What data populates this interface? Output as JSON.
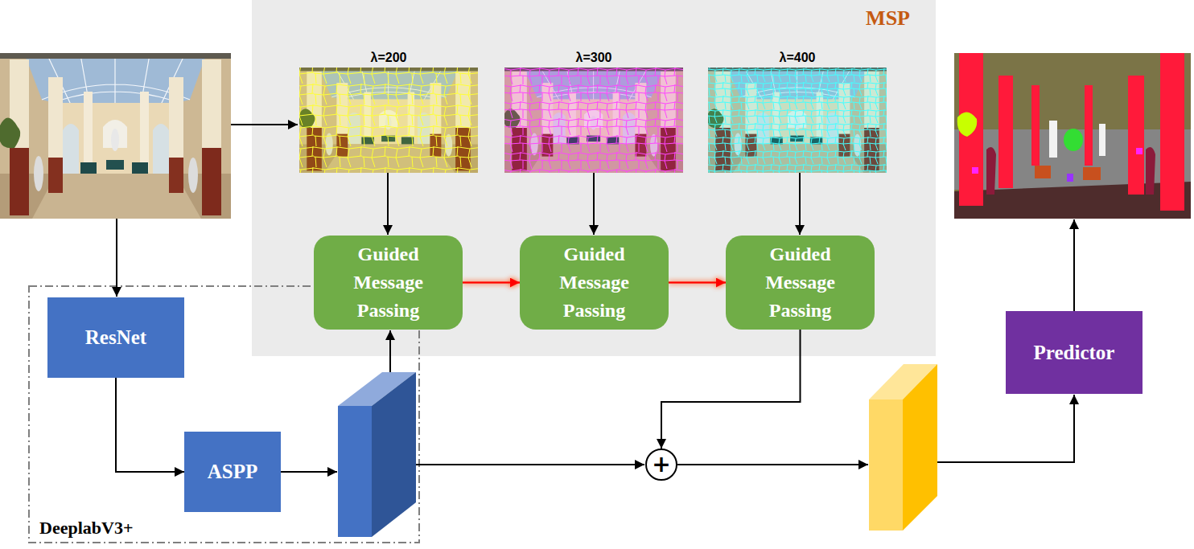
{
  "diagram": {
    "nodes": [
      {
        "text": [
          "MSP"
        ]
      },
      {
        "text": [
          "Guided Message Passing"
        ],
        "in": 0
      },
      {
        "text": [
          "Guided Message Passing"
        ],
        "in": 0
      },
      {
        "text": [
          "Guided Message Passing"
        ],
        "in": 0
      },
      {
        "text": [
          "DeeplabV3+"
        ]
      },
      {
        "text": [
          "ResNet"
        ],
        "in": 4
      },
      {
        "text": [
          "ASPP"
        ],
        "in": 4
      },
      {
        "text": [
          "+"
        ]
      },
      {
        "text": [
          "Predictor"
        ]
      }
    ],
    "edges": [
      {
        "from": 5,
        "to": 6,
        "arrow": "to"
      },
      {
        "from": 1,
        "to": 2,
        "arrow": "to"
      },
      {
        "from": 2,
        "to": 3,
        "arrow": "to"
      },
      {
        "from": 3,
        "to": 7,
        "arrow": "to"
      }
    ],
    "labels": [
      "λ=200",
      "λ=300",
      "λ=400"
    ]
  }
}
